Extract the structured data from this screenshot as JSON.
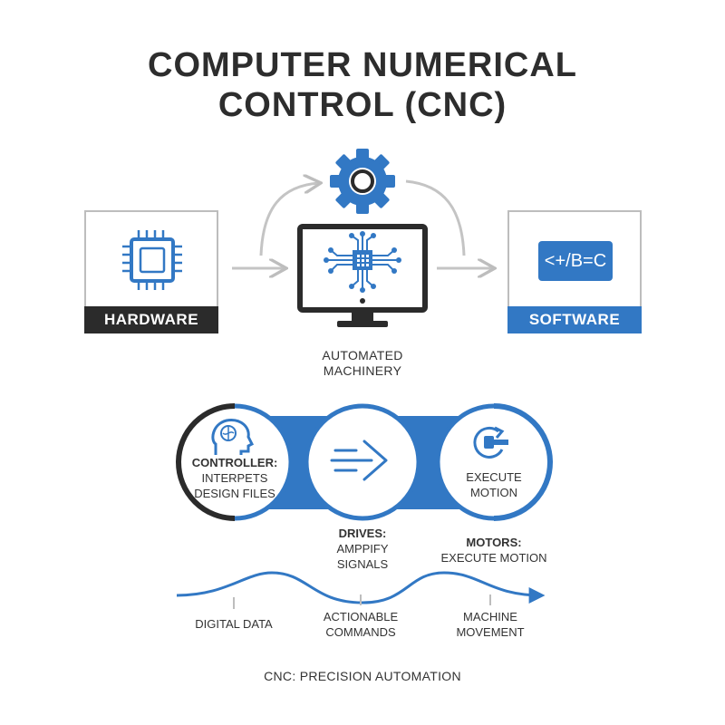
{
  "title": {
    "line1": "COMPUTER NUMERICAL",
    "line2": "CONTROL (CNC)"
  },
  "hardware": {
    "label": "HARDWARE",
    "icon": "microchip-icon"
  },
  "software": {
    "label": "SOFTWARE",
    "code_text": "<+/B=C",
    "icon": "code-icon"
  },
  "center": {
    "icon_top": "gear-icon",
    "icon_monitor": "monitor-circuit-icon",
    "caption_line1": "AUTOMATED",
    "caption_line2": "MACHINERY"
  },
  "process": {
    "controller": {
      "icon": "brain-head-icon",
      "line1": "CONTROLLER:",
      "line2": "INTERPETS",
      "line3": "DESIGN FILES"
    },
    "drives": {
      "icon": "fast-forward-arrow-icon",
      "line1": "DRIVES:",
      "line2": "AMPPIFY",
      "line3": "SIGNALS"
    },
    "motors": {
      "icon": "motor-rotation-icon",
      "inner_line1": "EXECUTE",
      "inner_line2": "MOTION",
      "line1": "MOTORS:",
      "line2": "EXECUTE MOTION"
    }
  },
  "timeline": {
    "points": [
      {
        "line1": "DIGITAL DATA",
        "line2": ""
      },
      {
        "line1": "ACTIONABLE",
        "line2": "COMMANDS"
      },
      {
        "line1": "MACHINE",
        "line2": "MOVEMENT"
      }
    ]
  },
  "footer": "CNC: PRECISION AUTOMATION",
  "colors": {
    "blue": "#3278c4",
    "dark": "#2b2b2b",
    "gray": "#bdbdbd"
  }
}
